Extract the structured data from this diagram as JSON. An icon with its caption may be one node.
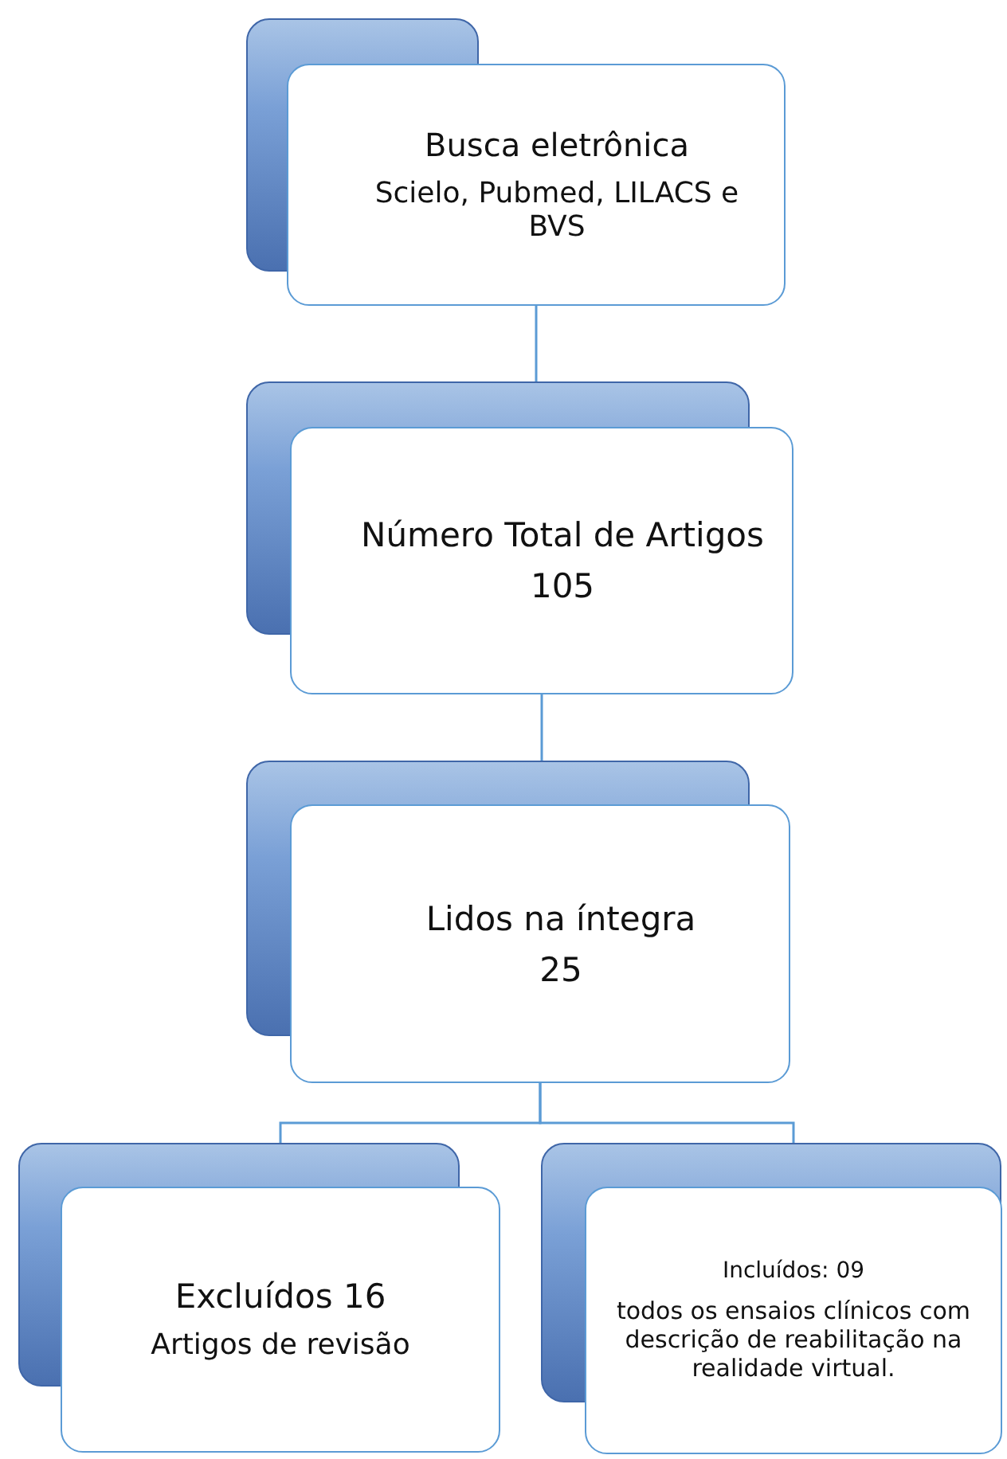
{
  "diagram": {
    "nodes": [
      {
        "text": [
          "Busca eletrônica",
          "Scielo, Pubmed, LILACS e BVS"
        ]
      },
      {
        "text": [
          "Número Total de Artigos",
          "105"
        ]
      },
      {
        "text": [
          "Lidos na íntegra",
          "25"
        ]
      },
      {
        "text": [
          "Excluídos 16",
          "Artigos de revisão"
        ]
      },
      {
        "text": [
          "Incluídos: 09",
          "todos os ensaios clínicos com descrição de reabilitação na realidade virtual."
        ]
      }
    ],
    "edges": [
      {
        "from": 0,
        "to": 1,
        "arrow": "none"
      },
      {
        "from": 1,
        "to": 2,
        "arrow": "none"
      },
      {
        "from": 2,
        "to": 3,
        "arrow": "none"
      },
      {
        "from": 2,
        "to": 4,
        "arrow": "none"
      }
    ]
  }
}
